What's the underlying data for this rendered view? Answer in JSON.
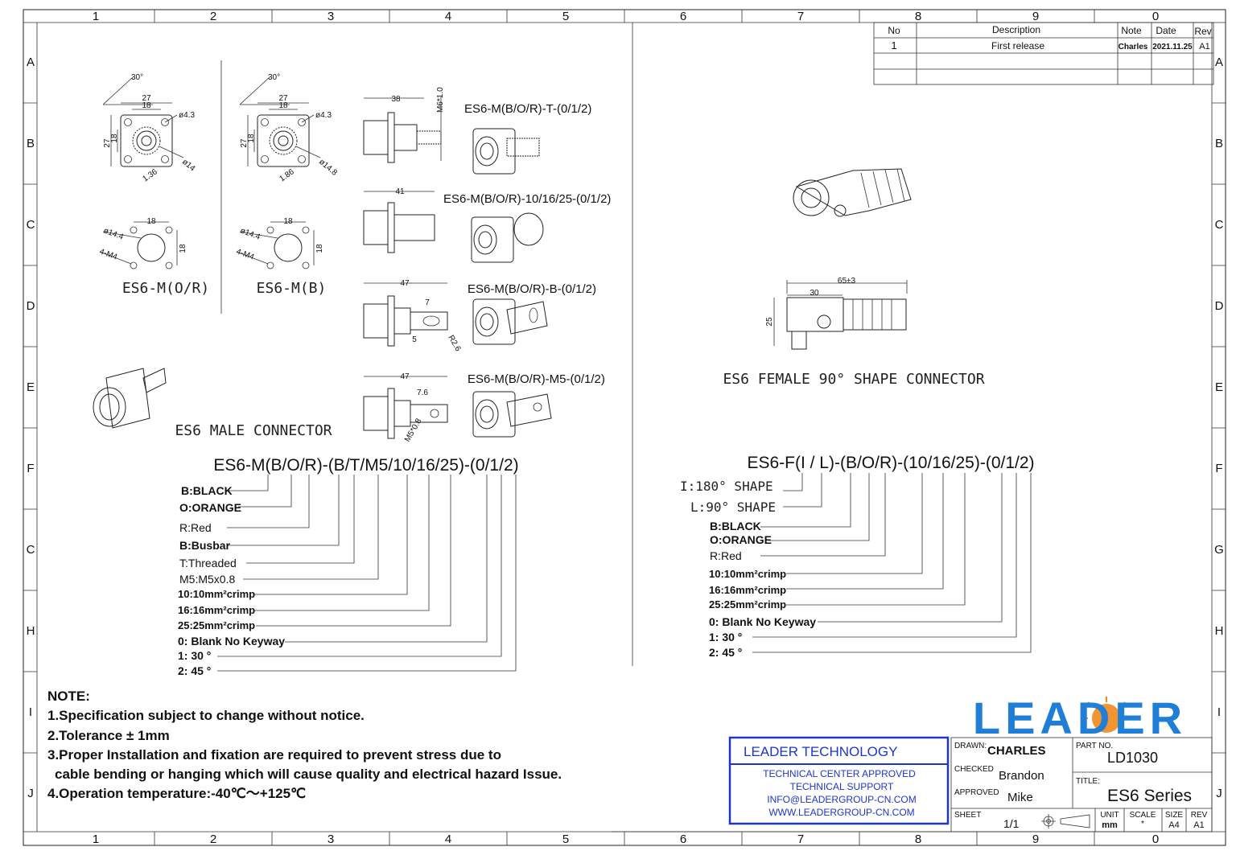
{
  "border": {
    "columns": [
      "1",
      "2",
      "3",
      "4",
      "5",
      "6",
      "7",
      "8",
      "9",
      "0"
    ],
    "rows": [
      "A",
      "B",
      "C",
      "D",
      "E",
      "F",
      "G",
      "H",
      "I",
      "J"
    ],
    "rows_left": [
      "A",
      "B",
      "C",
      "D",
      "E",
      "F",
      "C",
      "H",
      "I",
      "J"
    ]
  },
  "revision_table": {
    "headers": {
      "no": "No",
      "description": "Description",
      "note": "Note",
      "date": "Date",
      "rev": "Rev"
    },
    "rows": [
      {
        "no": "1",
        "description": "First release",
        "note": "Charles",
        "date": "2021.11.25",
        "rev": "A1"
      }
    ]
  },
  "male_views": {
    "view_left_label": "ES6-M(O/R)",
    "view_right_label": "ES6-M(B)",
    "dims_top_left": {
      "angle": "30°",
      "w1": "27",
      "w2": "18",
      "h1": "27",
      "h2": "18",
      "hole": "ø4.3",
      "pin": "ø14",
      "gap": "1.36"
    },
    "dims_top_right": {
      "angle": "30°",
      "w1": "27",
      "w2": "18",
      "h1": "27",
      "h2": "18",
      "hole": "ø4.3",
      "pin": "ø14.8",
      "gap": "1.86"
    },
    "dims_panel_left": {
      "w": "18",
      "h": "18",
      "dia": "ø14.4",
      "holes": "4-M4"
    },
    "dims_panel_right": {
      "w": "18",
      "h": "18",
      "dia": "ø14.4",
      "holes": "4-M4"
    }
  },
  "variants": [
    {
      "name": "ES6-M(B/O/R)-T-(0/1/2)",
      "dim1": "38",
      "dim2": "M6*1.0"
    },
    {
      "name": "ES6-M(B/O/R)-10/16/25-(0/1/2)",
      "dim1": "41"
    },
    {
      "name": "ES6-M(B/O/R)-B-(0/1/2)",
      "dim1": "47",
      "dim2": "7",
      "dim3": "5",
      "dim4": "R2.6"
    },
    {
      "name": "ES6-M(B/O/R)-M5-(0/1/2)",
      "dim1": "47",
      "dim2": "7.6",
      "dim3": "M5*0.8"
    }
  ],
  "male_connector_label": "ES6 MALE CONNECTOR",
  "male_code": {
    "code": "ES6-M(B/O/R)-(B/T/M5/10/16/25)-(0/1/2)",
    "options": [
      "B:BLACK",
      "O:ORANGE",
      "R:Red",
      "B:Busbar",
      "T:Threaded",
      "M5:M5x0.8",
      "10:10mm²crimp",
      "16:16mm²crimp",
      "25:25mm²crimp",
      "0: Blank No Keyway",
      "1: 30 °",
      "2: 45 °"
    ]
  },
  "female": {
    "dims": {
      "overall": "65±3",
      "partial": "30",
      "height": "25"
    },
    "label": "ES6 FEMALE 90° SHAPE CONNECTOR",
    "code": "ES6-F(I / L)-(B/O/R)-(10/16/25)-(0/1/2)",
    "options": [
      "I:180° SHAPE",
      "L:90° SHAPE",
      "B:BLACK",
      "O:ORANGE",
      "R:Red",
      "10:10mm²crimp",
      "16:16mm²crimp",
      "25:25mm²crimp",
      "0: Blank No Keyway",
      "1: 30 °",
      "2: 45 °"
    ]
  },
  "notes": {
    "title": "NOTE:",
    "items": [
      "1.Specification subject to change without notice.",
      "2.Tolerance ± 1mm",
      "3.Proper Installation and fixation are required to prevent stress due to",
      "cable bending or hanging which will cause quality and electrical hazard Issue.",
      "4.Operation temperature:-40℃～+125℃"
    ]
  },
  "title_block": {
    "logo": "LEADER",
    "company": "LEADER TECHNOLOGY",
    "approvals": [
      "TECHNICAL CENTER APPROVED",
      "TECHNICAL SUPPORT",
      "INFO@LEADERGROUP-CN.COM",
      "WWW.LEADERGROUP-CN.COM"
    ],
    "drawn_label": "DRAWN:",
    "drawn": "CHARLES",
    "checked_label": "CHECKED",
    "checked": "Brandon",
    "approved_label": "APPROVED",
    "approved": "Mike",
    "part_no_label": "PART NO.",
    "part_no": "LD1030",
    "title_label": "TITLE:",
    "title": "ES6 Series",
    "sheet_label": "SHEET",
    "sheet": "1/1",
    "unit_label": "UNIT",
    "unit": "mm",
    "scale_label": "SCALE",
    "scale": "*",
    "size_label": "SIZE",
    "size": "A4",
    "rev_label": "REV",
    "rev": "A1"
  },
  "colors": {
    "logo_blue": "#1f7fd6",
    "logo_sun": "#f08a1c",
    "frame_blue": "#1f35c9"
  }
}
